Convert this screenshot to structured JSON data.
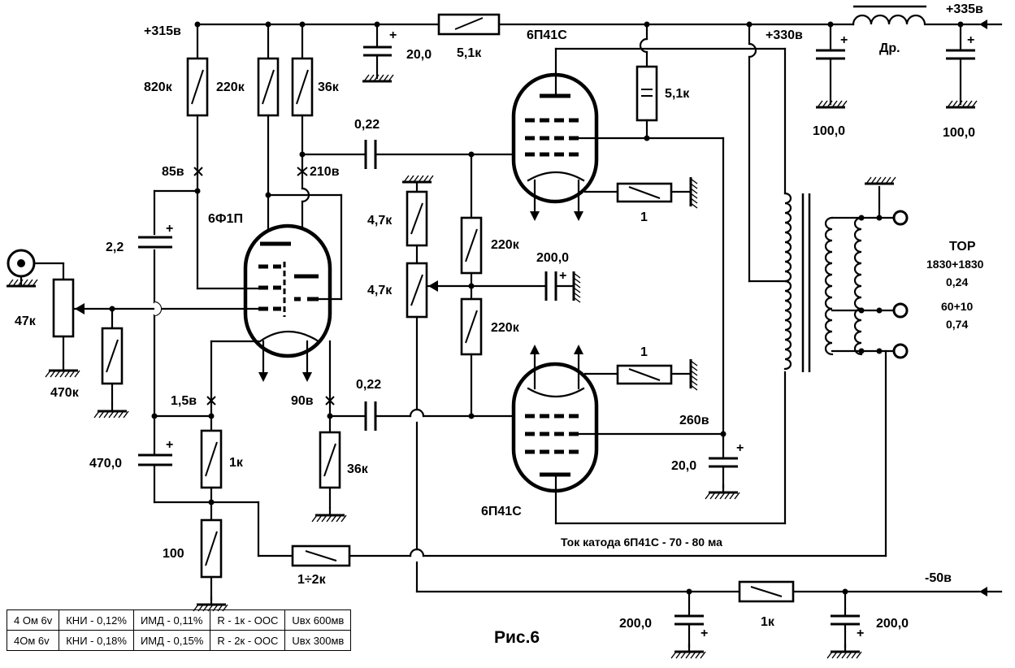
{
  "voltages": {
    "v315": "+315в",
    "v335": "+335в",
    "v330": "+330в",
    "v85": "85в",
    "v210": "210в",
    "v15": "1,5в",
    "v90": "90в",
    "v260": "260в",
    "v50": "-50в"
  },
  "components": {
    "r820k": "820к",
    "r220k_a": "220к",
    "r36k_a": "36к",
    "c20_top": "20,0",
    "r51k_top": "5,1к",
    "tube_out_top": "6П41С",
    "r51k_screen": "5,1к",
    "c100_a": "100,0",
    "c100_b": "100,0",
    "choke": "Др.",
    "c022_a": "0,22",
    "tube_in": "6Ф1П",
    "c22": "2,2",
    "r47k_a": "4,7к",
    "r47k_b": "4,7к",
    "r220k_b": "220к",
    "r220k_c": "220к",
    "c200_mid": "200,0",
    "r1_top": "1",
    "r1_bot": "1",
    "pot47k": "47к",
    "r470k": "470к",
    "c470": "470,0",
    "r1k": "1к",
    "r100": "100",
    "r36k_b": "36к",
    "c022_b": "0,22",
    "c20_mid": "20,0",
    "tube_out_bot": "6П41С",
    "r_fb": "1÷2к",
    "c200_a": "200,0",
    "r1k_bias": "1к",
    "c200_b": "200,0"
  },
  "transformer": {
    "name": "ТОР",
    "primary": "1830+1830",
    "primary_wire": "0,24",
    "secondary": "60+10",
    "secondary_wire": "0,74"
  },
  "cathode_note": "Ток катода 6П41С -  70 - 80 ма",
  "spec_table": [
    [
      "4 Ом   6v",
      "КНИ - 0,12%",
      "ИМД - 0,11%",
      "R - 1к  - ООС",
      "Uвх  600мв"
    ],
    [
      "4Ом    6v",
      "КНИ - 0,18%",
      "ИМД - 0,15%",
      "R - 2к  - ООС",
      "Uвх  300мв"
    ]
  ],
  "figure_label": "Рис.6"
}
